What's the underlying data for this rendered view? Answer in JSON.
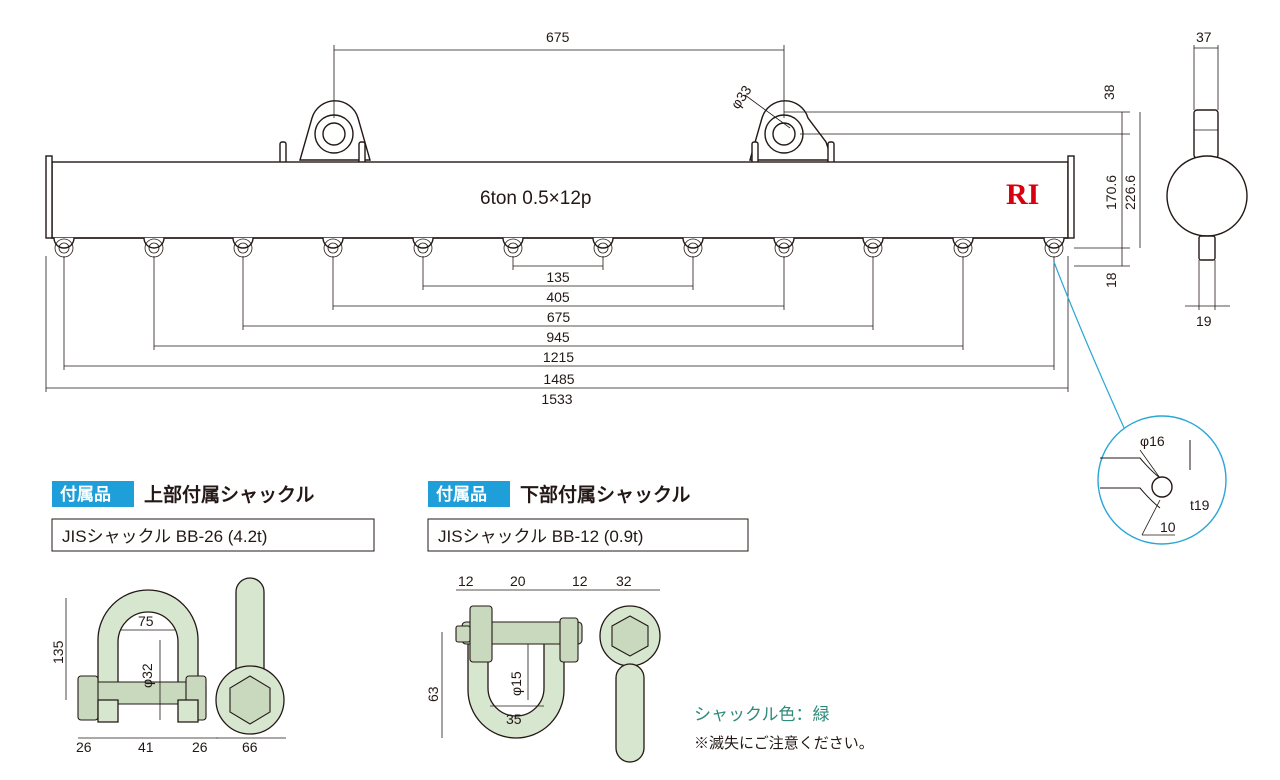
{
  "beam": {
    "label": "6ton 0.5×12p",
    "logo": "RI",
    "dims": {
      "top_span": "675",
      "hole_dia": "φ33",
      "inner_spans": [
        "135",
        "405",
        "675",
        "945",
        "1215",
        "1485",
        "1533"
      ],
      "right_38": "38",
      "right_170": "170.6",
      "right_226": "226.6",
      "right_18": "18",
      "side_37": "37",
      "side_19": "19"
    },
    "detail": {
      "phi16": "φ16",
      "t19": "t19",
      "ten": "10"
    }
  },
  "upper": {
    "badge": "付属品",
    "title": "上部付属シャックル",
    "spec": "JISシャックル BB-26 (4.2t)",
    "dims": {
      "d75": "75",
      "d135": "135",
      "d32": "φ32",
      "d26a": "26",
      "d41": "41",
      "d26b": "26",
      "d66": "66"
    }
  },
  "lower": {
    "badge": "付属品",
    "title": "下部付属シャックル",
    "spec": "JISシャックル BB-12 (0.9t)",
    "dims": {
      "d12a": "12",
      "d20": "20",
      "d12b": "12",
      "d32": "32",
      "d63": "63",
      "d15": "φ15",
      "d35": "35"
    }
  },
  "notes": {
    "color": "シャックル色：緑",
    "caution": "※滅失にご注意ください。"
  },
  "colors": {
    "accent": "#1f9fd9",
    "shackle": "#d7e6cf",
    "logo": "#d7000f",
    "note": "#2e8a7a",
    "leader": "#2aa6d6"
  }
}
